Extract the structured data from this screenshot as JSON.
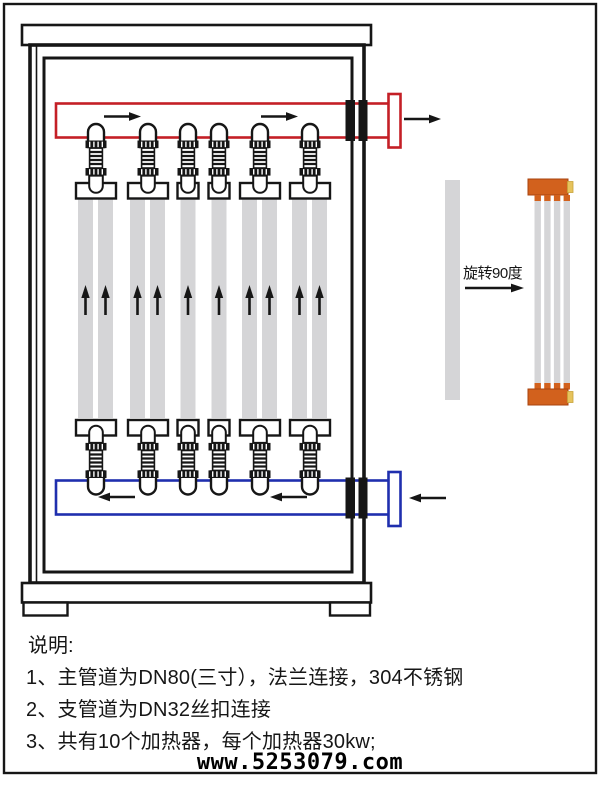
{
  "notes": {
    "title": "说明:",
    "items": [
      "1、主管道为DN80(三寸），法兰连接，304不锈钢",
      "2、支管道为DN32丝扣连接",
      "3、共有10个加热器，每个加热器30kw;"
    ]
  },
  "annotations": {
    "rotate_label": "旋转90度"
  },
  "watermark": "www.5253079.com",
  "diagram": {
    "top_branch_connections": 6,
    "bottom_branch_connections": 6,
    "heater_tubes": 10,
    "top_pipe_flow": "right",
    "bottom_pipe_flow": "left"
  },
  "colors": {
    "hot_pipe_red": "#c41f26",
    "cold_pipe_blue": "#1f2fae",
    "tube_gray": "#d5d5d7",
    "header_orange": "#d2611d",
    "tab_yellow": "#e6c35c",
    "line_black": "#161616"
  }
}
